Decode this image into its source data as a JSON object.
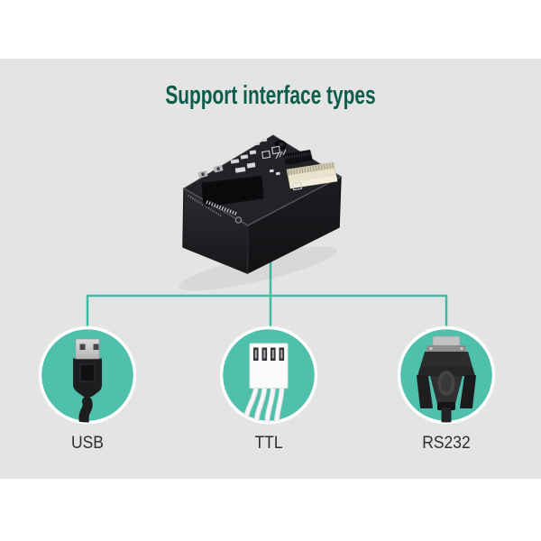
{
  "title": {
    "text": "Support interface types"
  },
  "device": {
    "icon": "barcode-scanner-module-image"
  },
  "interfaces": [
    {
      "label": "USB",
      "icon": "usb-a-plug-icon"
    },
    {
      "label": "TTL",
      "icon": "ttl-4pin-connector-icon"
    },
    {
      "label": "RS232",
      "icon": "rs232-db9-plug-icon"
    }
  ],
  "colors": {
    "page_background": "#ffffff",
    "panel_background": "#e4e4e4",
    "title_green": "#0e5c4a",
    "circle_teal": "#4ec0ab",
    "line_teal": "#3fbca4",
    "circle_ring": "#ffffff",
    "label_text": "#2e2e2e"
  }
}
